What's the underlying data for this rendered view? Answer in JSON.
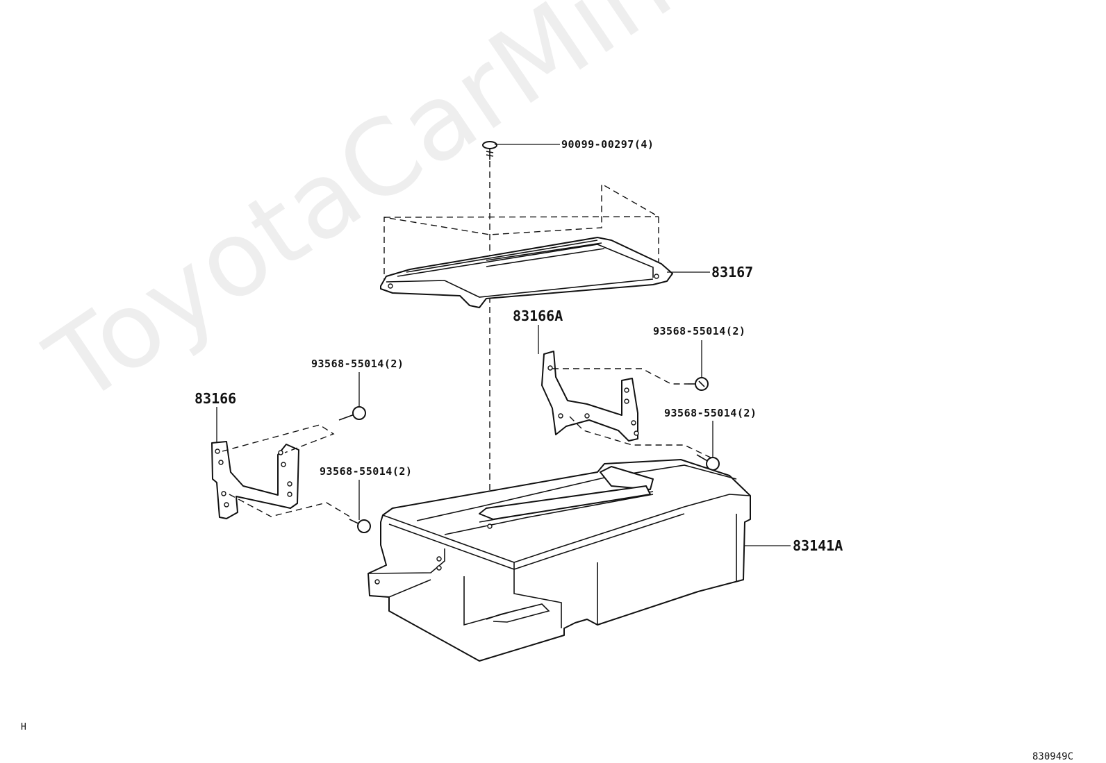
{
  "watermark": "ToyotaCarMine.ru",
  "diagram_code": "830949C",
  "corner_mark": "H",
  "labels": {
    "screw_top": "90099-00297(4)",
    "tray": "83167",
    "bracket_right": "83166A",
    "bolt_right_upper": "93568-55014(2)",
    "bolt_right_lower": "93568-55014(2)",
    "bolt_left_upper": "93568-55014(2)",
    "bolt_left_lower": "93568-55014(2)",
    "bracket_left": "83166",
    "case": "83141A"
  }
}
